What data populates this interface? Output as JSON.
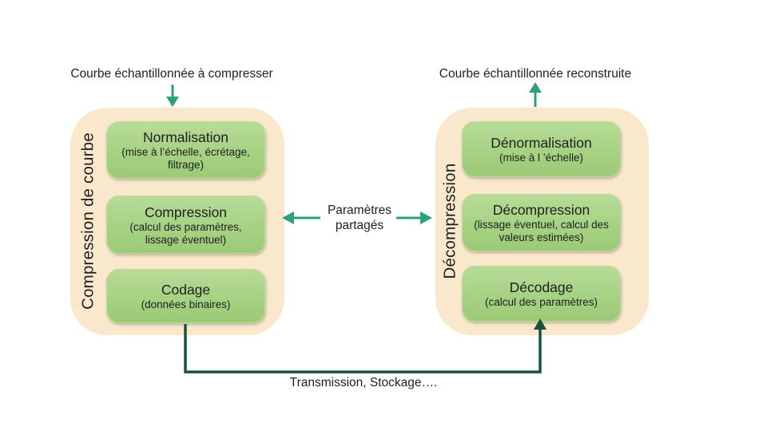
{
  "colors": {
    "panel_bg": "#f9e8cc",
    "box_green": "#a6d283",
    "box_green_light": "#b7db98",
    "box_green_dark": "#9cca77",
    "arrow_green": "#2ba272",
    "connector_green": "#1b5138",
    "text_dark": "#1f1f1f"
  },
  "top_labels": {
    "left": "Courbe échantillonnée à compresser",
    "right": "Courbe échantillonnée reconstruite"
  },
  "left_panel": {
    "label": "Compression de courbe",
    "boxes": [
      {
        "title": "Normalisation",
        "subtitle": "(mise à l’échelle,  écrétage, filtrage)"
      },
      {
        "title": "Compression",
        "subtitle": "(calcul des paramètres, lissage éventuel)"
      },
      {
        "title": "Codage",
        "subtitle": "(données binaires)"
      }
    ]
  },
  "right_panel": {
    "label": "Décompression",
    "boxes": [
      {
        "title": "Dénormalisation",
        "subtitle": "(mise à l ’échelle)"
      },
      {
        "title": "Décompression",
        "subtitle": "(lissage éventuel, calcul des valeurs estimées)"
      },
      {
        "title": "Décodage",
        "subtitle": "(calcul des paramètres)"
      }
    ]
  },
  "middle_label": "Paramètres partagés",
  "bottom_label": "Transmission, Stockage…."
}
